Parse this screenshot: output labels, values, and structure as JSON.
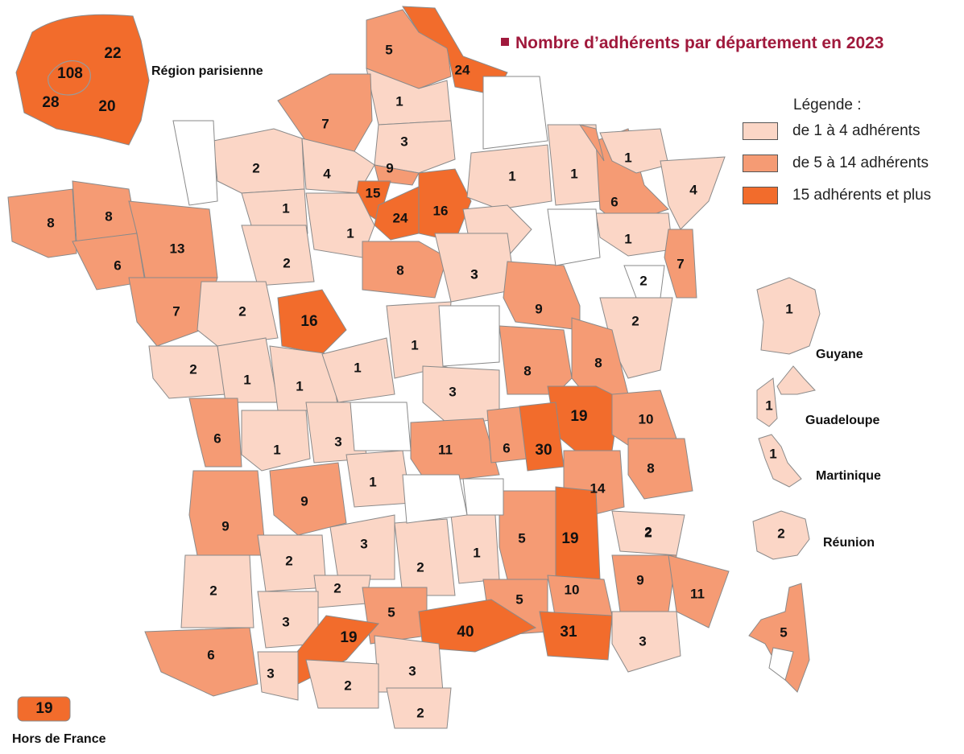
{
  "title": "Nombre d’adhérents par département en 2023",
  "legend": {
    "title": "Légende :",
    "items": [
      {
        "label": "de 1 à 4 adhérents",
        "color": "#fbd6c6"
      },
      {
        "label": "de 5 à 14 adhérents",
        "color": "#f59b74"
      },
      {
        "label": "15 adhérents et plus",
        "color": "#f26c2c"
      }
    ]
  },
  "labels": {
    "paris_region": "Région parisienne",
    "guyane": "Guyane",
    "guadeloupe": "Guadeloupe",
    "martinique": "Martinique",
    "reunion": "Réunion",
    "hors_france": "Hors de France"
  },
  "values": {
    "paris_inset": [
      "108",
      "22",
      "28",
      "20"
    ],
    "hors_france": "19",
    "guyane": "1",
    "guadeloupe": "1",
    "martinique": "1",
    "reunion": "2",
    "corse": "5",
    "metro": [
      "5",
      "24",
      "1",
      "7",
      "3",
      "9",
      "2",
      "4",
      "15",
      "24",
      "16",
      "1",
      "1",
      "1",
      "6",
      "4",
      "3",
      "1",
      "8",
      "8",
      "13",
      "1",
      "2",
      "8",
      "3",
      "7",
      "6",
      "2",
      "9",
      "2",
      "16",
      "7",
      "1",
      "2",
      "1",
      "1",
      "1",
      "8",
      "8",
      "2",
      "1",
      "3",
      "19",
      "10",
      "6",
      "1",
      "3",
      "11",
      "6",
      "30",
      "1",
      "14",
      "8",
      "9",
      "9",
      "2",
      "3",
      "5",
      "19",
      "1",
      "2",
      "2",
      "2",
      "2",
      "10",
      "2",
      "9",
      "11",
      "3",
      "5",
      "40",
      "5",
      "31",
      "3",
      "19",
      "6",
      "3",
      "3",
      "2",
      "2"
    ]
  }
}
